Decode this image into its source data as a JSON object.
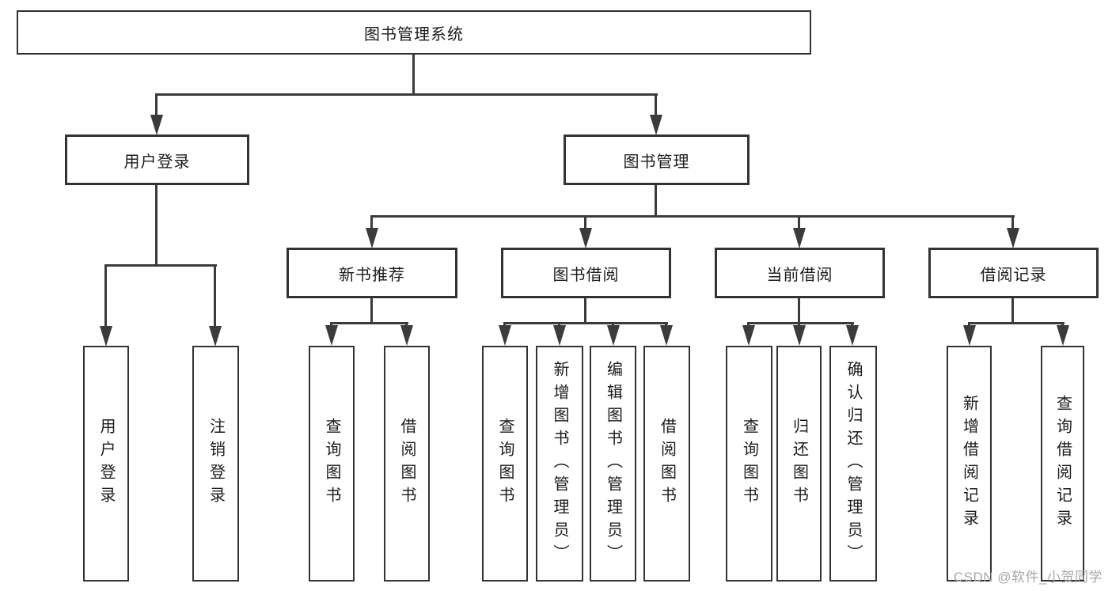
{
  "diagram": {
    "root": {
      "label": "图书管理系统"
    },
    "level2": [
      {
        "label": "用户登录"
      },
      {
        "label": "图书管理"
      }
    ],
    "level3": [
      {
        "label": "新书推荐"
      },
      {
        "label": "图书借阅"
      },
      {
        "label": "当前借阅"
      },
      {
        "label": "借阅记录"
      }
    ],
    "leaves": {
      "user_login": [
        "用户登录",
        "注销登录"
      ],
      "new_book_recommend": [
        "查询图书",
        "借阅图书"
      ],
      "book_borrow": [
        "查询图书",
        "新增图书（管理员）",
        "编辑图书（管理员）",
        "借阅图书"
      ],
      "current_borrow": [
        "查询图书",
        "归还图书",
        "确认归还（管理员）"
      ],
      "borrow_records": [
        "新增借阅记录",
        "查询借阅记录"
      ]
    }
  },
  "watermark": {
    "text": "CSDN @软件_小贺同学"
  },
  "colors": {
    "line": "#3b3b3b",
    "border": "#333333",
    "text": "#1c1c1c",
    "watermark": "#a8a8a8",
    "background": "#ffffff"
  }
}
